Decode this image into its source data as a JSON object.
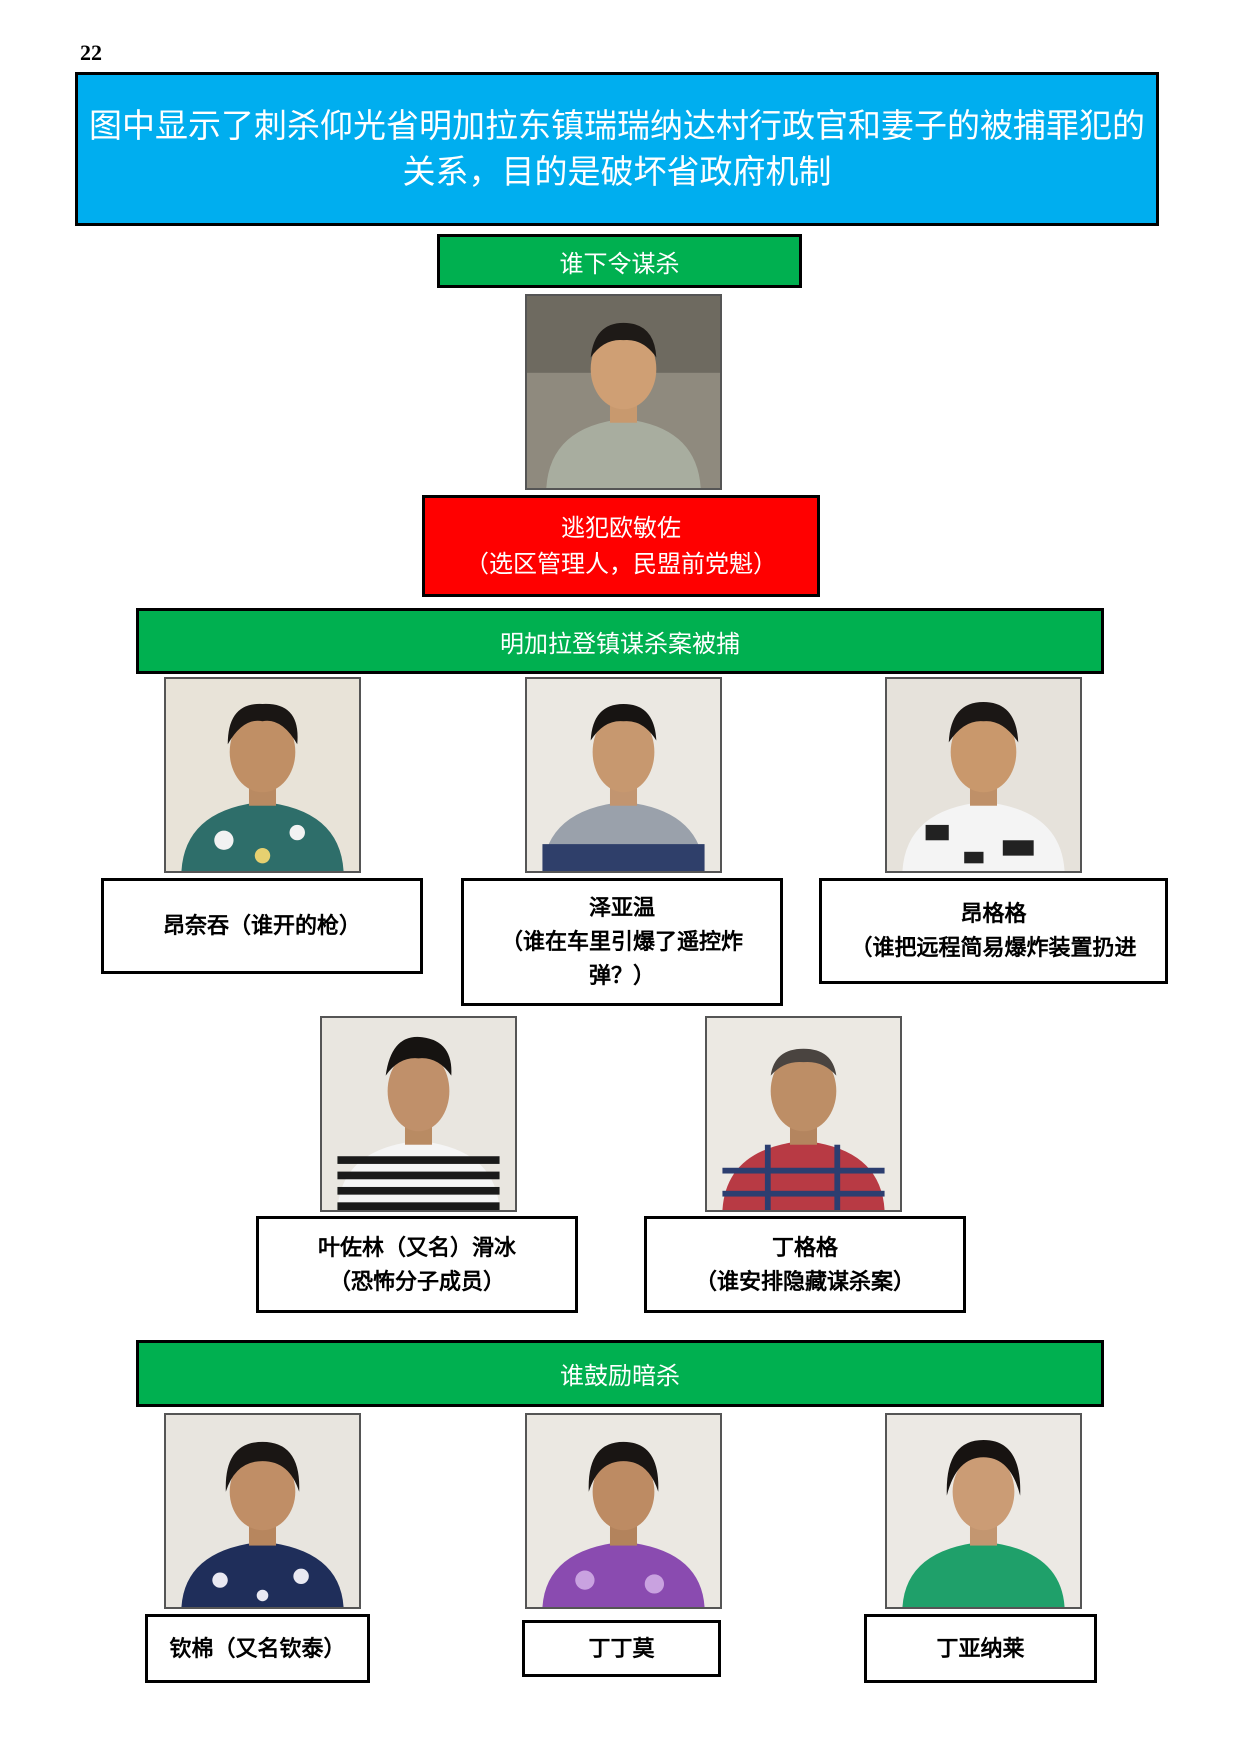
{
  "page": {
    "number": "22",
    "title": "图中显示了刺杀仰光省明加拉东镇瑞瑞纳达村行政官和妻子的被捕罪犯的关系，目的是破坏省政府机制"
  },
  "section_ordered": {
    "heading": "谁下令谋杀",
    "person": {
      "name": "逃犯欧敏佐",
      "role": "（选区管理人，民盟前党魁）"
    }
  },
  "section_arrested": {
    "heading": "明加拉登镇谋杀案被捕",
    "row1": [
      {
        "name": "昂奈吞（谁开的枪）",
        "role": ""
      },
      {
        "name": "泽亚温",
        "role": "（谁在车里引爆了遥控炸弹？）",
        "role_line1": "（谁在车里引爆了遥控炸",
        "role_line2": "弹？）"
      },
      {
        "name": "昂格格",
        "role": "（谁把远程简易爆炸装置扔进"
      }
    ],
    "row2": [
      {
        "name": "叶佐林（又名）滑冰",
        "role": "（恐怖分子成员）"
      },
      {
        "name": "丁格格",
        "role": "（谁安排隐藏谋杀案）"
      }
    ]
  },
  "section_encouraged": {
    "heading": "谁鼓励暗杀",
    "people": [
      {
        "name": "钦棉（又名钦泰）"
      },
      {
        "name": "丁丁莫"
      },
      {
        "name": "丁亚纳莱"
      }
    ]
  },
  "colors": {
    "title_background": "#00aeef",
    "heading_green": "#00b050",
    "fugitive_red": "#ff0000"
  }
}
